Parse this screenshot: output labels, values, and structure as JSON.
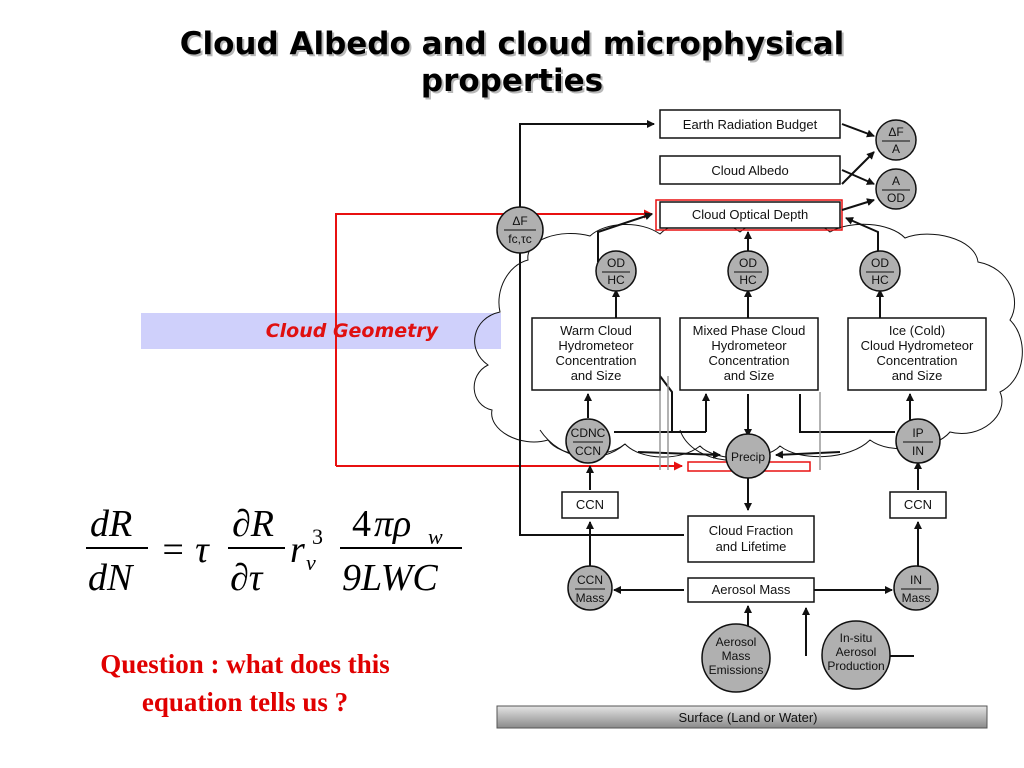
{
  "slide": {
    "title_line1": "Cloud Albedo and cloud microphysical",
    "title_line2": "properties",
    "cloud_geometry_label": "Cloud Geometry",
    "question_line1": "Question : what does this",
    "question_line2": "equation tells us ?"
  },
  "equation": {
    "lhs_num": "dR",
    "lhs_den": "dN",
    "equals_tau": "= τ",
    "mid_num": "∂R",
    "mid_den": "∂τ",
    "r": "r",
    "r_sub": "v",
    "r_sup": "3",
    "rhs_num_4": "4",
    "rhs_num_pi": "πρ",
    "rhs_num_sub": "w",
    "rhs_den": "9LWC"
  },
  "diagram": {
    "boxes": {
      "earth_radiation_budget": "Earth Radiation Budget",
      "cloud_albedo": "Cloud Albedo",
      "cloud_optical_depth": "Cloud Optical Depth",
      "warm_cloud": [
        "Warm Cloud",
        "Hydrometeor",
        "Concentration",
        "and Size"
      ],
      "mixed_phase_cloud": [
        "Mixed Phase Cloud",
        "Hydrometeor",
        "Concentration",
        "and Size"
      ],
      "ice_cloud": [
        "Ice (Cold)",
        "Cloud Hydrometeor",
        "Concentration",
        "and Size"
      ],
      "ccn_left": "CCN",
      "ccn_right": "CCN",
      "cloud_fraction": [
        "Cloud Fraction",
        "and Lifetime"
      ],
      "aerosol_mass": "Aerosol Mass",
      "surface": "Surface (Land or Water)"
    },
    "circles": {
      "df_a": [
        "ΔF",
        "A"
      ],
      "a_od": [
        "A",
        "OD"
      ],
      "df_fc": [
        "ΔF",
        "fc,τc"
      ],
      "od_hc_1": [
        "OD",
        "HC"
      ],
      "od_hc_2": [
        "OD",
        "HC"
      ],
      "od_hc_3": [
        "OD",
        "HC"
      ],
      "cdnc_ccn": [
        "CDNC",
        "CCN"
      ],
      "precip": "Precip",
      "ip_in": [
        "IP",
        "IN"
      ],
      "ccn_mass": [
        "CCN",
        "Mass"
      ],
      "in_mass": [
        "IN",
        "Mass"
      ],
      "aerosol_emissions": [
        "Aerosol",
        "Mass",
        "Emissions"
      ],
      "insitu_production": [
        "In-situ",
        "Aerosol",
        "Production"
      ]
    },
    "colors": {
      "arrow": "#111111",
      "highlight": "#e81010",
      "node_fill": "#b0b0b0"
    }
  }
}
